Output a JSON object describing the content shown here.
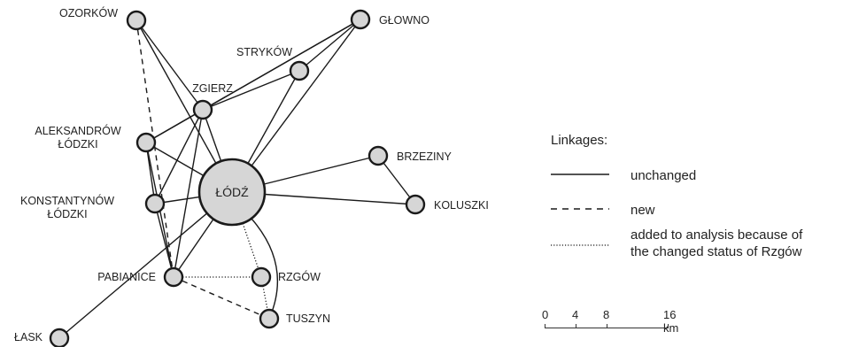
{
  "nodes": [
    {
      "id": "lodz",
      "name": "ŁÓDŹ"
    },
    {
      "id": "ozorkow",
      "name": "OZORKÓW"
    },
    {
      "id": "glowno",
      "name": "GŁOWNO"
    },
    {
      "id": "strykow",
      "name": "STRYKÓW"
    },
    {
      "id": "zgierz",
      "name": "ZGIERZ"
    },
    {
      "id": "aleksandrow",
      "name": "ALEKSANDRÓW ŁÓDZKI",
      "lines": [
        "ALEKSANDRÓW",
        "ŁÓDZKI"
      ]
    },
    {
      "id": "konstantynow",
      "name": "KONSTANTYNÓW ŁÓDZKI",
      "lines": [
        "KONSTANTYNÓW",
        "ŁÓDZKI"
      ]
    },
    {
      "id": "brzeziny",
      "name": "BRZEZINY"
    },
    {
      "id": "koluszki",
      "name": "KOLUSZKI"
    },
    {
      "id": "pabianice",
      "name": "PABIANICE"
    },
    {
      "id": "rzgow",
      "name": "RZGÓW"
    },
    {
      "id": "tuszyn",
      "name": "TUSZYN"
    },
    {
      "id": "lask",
      "name": "ŁASK"
    }
  ],
  "links": [
    {
      "from": "ozorkow",
      "to": "zgierz",
      "type": "unchanged"
    },
    {
      "from": "ozorkow",
      "to": "lodz",
      "type": "unchanged"
    },
    {
      "from": "ozorkow",
      "to": "pabianice",
      "type": "new"
    },
    {
      "from": "glowno",
      "to": "zgierz",
      "type": "unchanged"
    },
    {
      "from": "glowno",
      "to": "lodz",
      "type": "unchanged"
    },
    {
      "from": "glowno",
      "to": "aleksandrow",
      "type": "unchanged"
    },
    {
      "from": "glowno",
      "to": "strykow",
      "type": "unchanged"
    },
    {
      "from": "strykow",
      "to": "lodz",
      "type": "unchanged"
    },
    {
      "from": "strykow",
      "to": "zgierz",
      "type": "unchanged"
    },
    {
      "from": "zgierz",
      "to": "aleksandrow",
      "type": "unchanged"
    },
    {
      "from": "zgierz",
      "to": "lodz",
      "type": "unchanged"
    },
    {
      "from": "zgierz",
      "to": "konstantynow",
      "type": "unchanged"
    },
    {
      "from": "zgierz",
      "to": "pabianice",
      "type": "unchanged"
    },
    {
      "from": "aleksandrow",
      "to": "lodz",
      "type": "unchanged"
    },
    {
      "from": "aleksandrow",
      "to": "konstantynow",
      "type": "unchanged"
    },
    {
      "from": "aleksandrow",
      "to": "pabianice",
      "type": "unchanged"
    },
    {
      "from": "konstantynow",
      "to": "lodz",
      "type": "unchanged"
    },
    {
      "from": "konstantynow",
      "to": "pabianice",
      "type": "unchanged"
    },
    {
      "from": "lodz",
      "to": "brzeziny",
      "type": "unchanged"
    },
    {
      "from": "lodz",
      "to": "koluszki",
      "type": "unchanged"
    },
    {
      "from": "brzeziny",
      "to": "koluszki",
      "type": "unchanged"
    },
    {
      "from": "lodz",
      "to": "pabianice",
      "type": "unchanged"
    },
    {
      "from": "lodz",
      "to": "lask",
      "type": "unchanged"
    },
    {
      "from": "lodz",
      "to": "tuszyn",
      "type": "unchanged"
    },
    {
      "from": "pabianice",
      "to": "tuszyn",
      "type": "new"
    },
    {
      "from": "lodz",
      "to": "rzgow",
      "type": "added"
    },
    {
      "from": "pabianice",
      "to": "rzgow",
      "type": "added"
    },
    {
      "from": "rzgow",
      "to": "tuszyn",
      "type": "added"
    }
  ],
  "legend": {
    "title": "Linkages:",
    "unchanged": "unchanged",
    "new": "new",
    "added_line1": "added to analysis because of",
    "added_line2": "the changed status of Rzgów"
  },
  "scale": {
    "ticks": [
      "0",
      "4",
      "8",
      "16 km"
    ]
  }
}
